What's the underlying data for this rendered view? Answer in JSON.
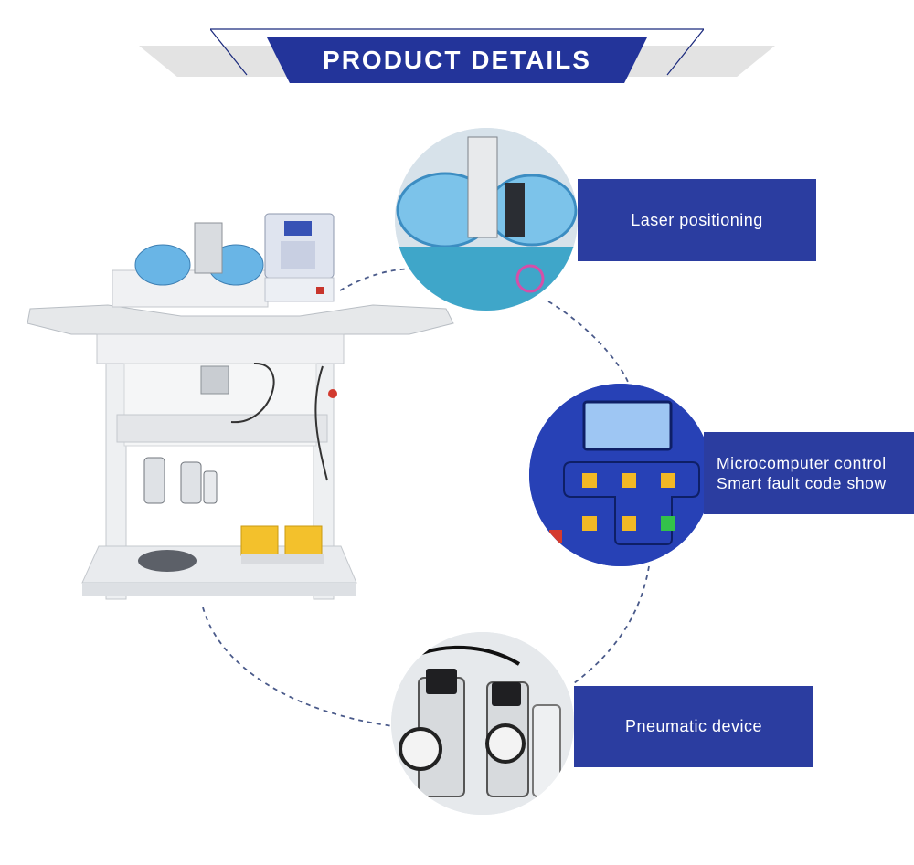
{
  "header": {
    "title": "PRODUCT DETAILS"
  },
  "features": {
    "laser": {
      "label": "Laser positioning"
    },
    "control": {
      "line1": "Microcomputer control",
      "line2": "Smart fault code show"
    },
    "pneumatic": {
      "label": "Pneumatic device"
    }
  },
  "colors": {
    "brand_blue": "#23349a",
    "label_blue": "#2b3da0",
    "banner_grey": "#e3e3e3",
    "arc": "#4a5a8a"
  }
}
